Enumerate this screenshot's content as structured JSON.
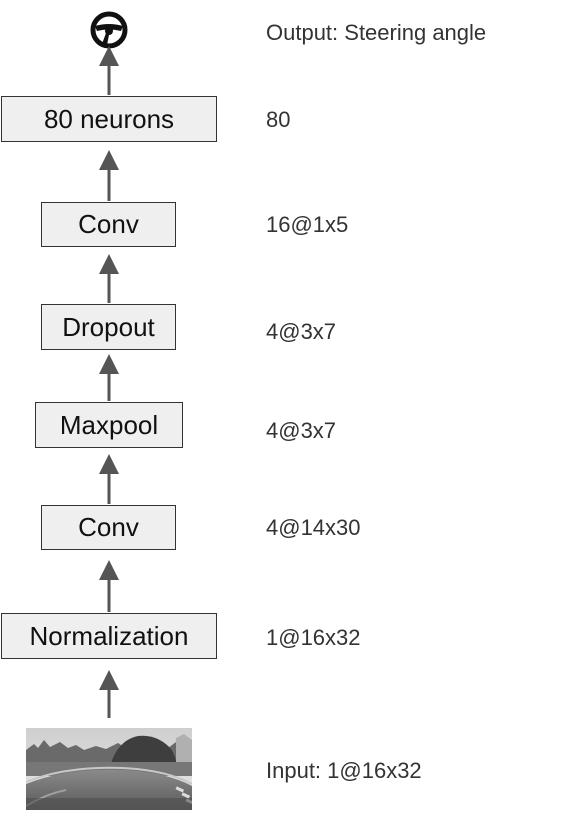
{
  "output": {
    "icon": "steering-wheel-icon",
    "label": "Output: Steering angle"
  },
  "layers": [
    {
      "name": "80 neurons",
      "shape": "80"
    },
    {
      "name": "Conv",
      "shape": "16@1x5"
    },
    {
      "name": "Dropout",
      "shape": "4@3x7"
    },
    {
      "name": "Maxpool",
      "shape": "4@3x7"
    },
    {
      "name": "Conv",
      "shape": "4@14x30"
    },
    {
      "name": "Normalization",
      "shape": "1@16x32"
    }
  ],
  "input": {
    "image": "road-camera-image",
    "label": "Input:  1@16x32"
  },
  "colors": {
    "box_fill": "#efefef",
    "box_border": "#333333",
    "arrow": "#555555",
    "text": "#222222"
  }
}
